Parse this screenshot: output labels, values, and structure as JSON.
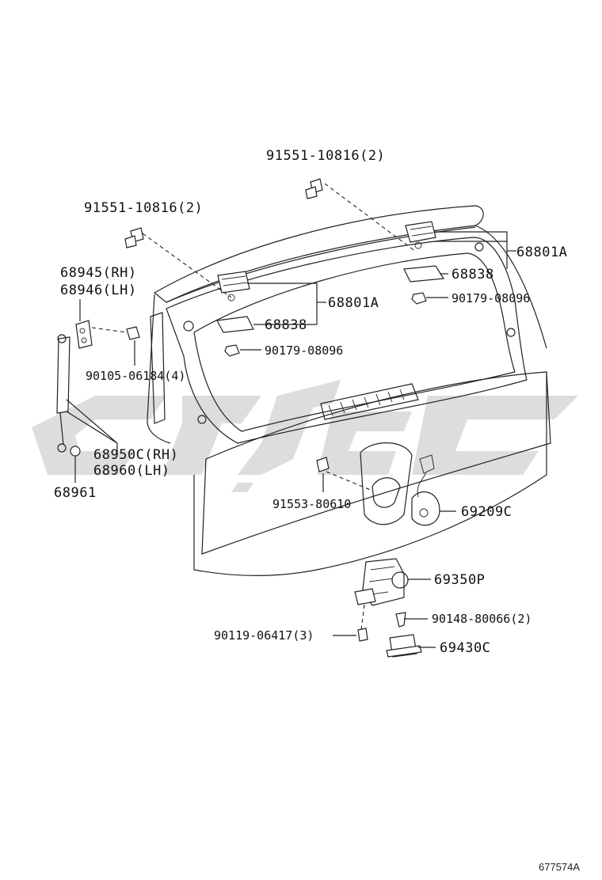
{
  "labels": {
    "bolt_center": "91551-10816(2)",
    "bolt_left": "91551-10816(2)",
    "hinge_rh": "68801A",
    "hinge_lh": "68801A",
    "plate_rh": "68838",
    "plate_lh": "68838",
    "nut_rh": "90179-08096",
    "nut_lh": "90179-08096",
    "bracket_rh": "68945(RH)",
    "bracket_lh": "68946(LH)",
    "bolt_bracket": "90105-06184(4)",
    "stay_rh": "68950C(RH)",
    "stay_lh": "68960(LH)",
    "cushion": "68961",
    "bolt_switch": "91553-80610",
    "switch": "69209C",
    "lock": "69350P",
    "screw_striker": "90148-80066(2)",
    "bolt_lock": "90119-06417(3)",
    "striker": "69430C"
  },
  "watermark": "",
  "ref": "677574A"
}
